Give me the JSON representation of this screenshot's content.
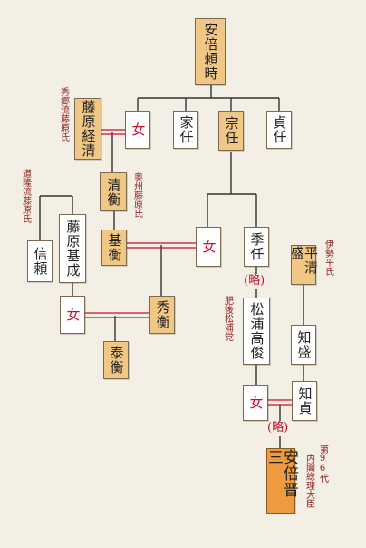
{
  "nodes": {
    "abe_yoritoki": "安倍頼時",
    "fujiwara_tsunekiyo": "藤原経清",
    "onna_1": "女",
    "ietou": "家任",
    "munetou": "宗任",
    "sadatou": "貞任",
    "kiyohira": "清衡",
    "motohira": "基衡",
    "onna_2": "女",
    "suetou": "季任",
    "shinrai": "信頼",
    "fujiwara_motonari": "藤原基成",
    "onna_3": "女",
    "hidehira": "秀衡",
    "yasuhira": "泰衡",
    "matsura_takatoshi": "松浦高俊",
    "taira_kiyomori": "平清盛",
    "tomomori": "知盛",
    "tomosada": "知貞",
    "onna_4": "女",
    "abe_shinzo": "安倍晋三"
  },
  "notes": {
    "hidesato_fujiwara": "秀郷流藤原氏",
    "michitaka_fujiwara": "道隆流藤原氏",
    "oshu_fujiwara": "奥州藤原氏",
    "ise_heishi": "伊勢平氏",
    "higo_matsura": "肥後松浦党",
    "pm_96": "第96代",
    "cabinet_pm": "内閣総理大臣"
  },
  "omission": {
    "ryaku_1": "(略)",
    "ryaku_2": "(略)"
  },
  "colors": {
    "ancestor_fill": "#f1c786",
    "other_fill": "#ffffff",
    "highlight_fill": "#ee9a3e",
    "marriage_line": "#c8102e",
    "female_text": "#c8102e",
    "note_text": "#8b1f1f",
    "lineage_line": "#333333"
  }
}
